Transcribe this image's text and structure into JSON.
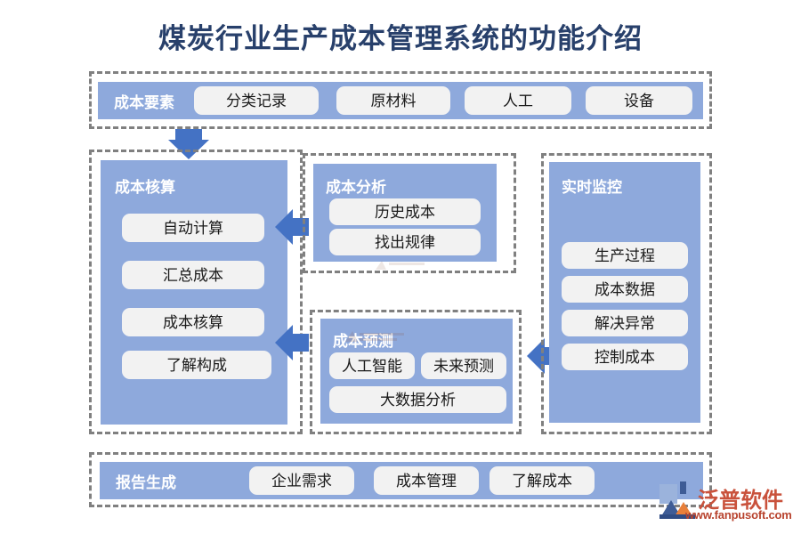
{
  "title": "煤炭行业生产成本管理系统的功能介绍",
  "theme": {
    "panel_blue": "#8EA9DC",
    "arrow_blue": "#4472C4",
    "chip_gray": "#F2F2F2",
    "title_navy": "#28406B",
    "dash_gray": "#808080"
  },
  "sections": {
    "cost_elements": {
      "label": "成本要素",
      "chips": [
        "分类记录",
        "原材料",
        "人工",
        "设备"
      ]
    },
    "cost_accounting": {
      "label": "成本核算",
      "chips": [
        "自动计算",
        "汇总成本",
        "成本核算",
        "了解构成"
      ]
    },
    "cost_analysis": {
      "label": "成本分析",
      "chips": [
        "历史成本",
        "找出规律"
      ]
    },
    "cost_forecast": {
      "label": "成本预测",
      "chips_row1": [
        "人工智能",
        "未来预测"
      ],
      "chips_row2": [
        "大数据分析"
      ]
    },
    "realtime_monitor": {
      "label": "实时监控",
      "chips": [
        "生产过程",
        "成本数据",
        "解决异常",
        "控制成本"
      ]
    },
    "report_generation": {
      "label": "报告生成",
      "chips": [
        "企业需求",
        "成本管理",
        "了解成本"
      ]
    }
  },
  "arrows": [
    {
      "name": "arrow-elements-to-accounting",
      "direction": "down"
    },
    {
      "name": "arrow-analysis-to-accounting",
      "direction": "left"
    },
    {
      "name": "arrow-forecast-to-accounting",
      "direction": "left"
    },
    {
      "name": "arrow-monitor-to-forecast",
      "direction": "left"
    }
  ],
  "watermark": {
    "brand": "泛普软件",
    "url": "www.fanpusoft.com"
  }
}
